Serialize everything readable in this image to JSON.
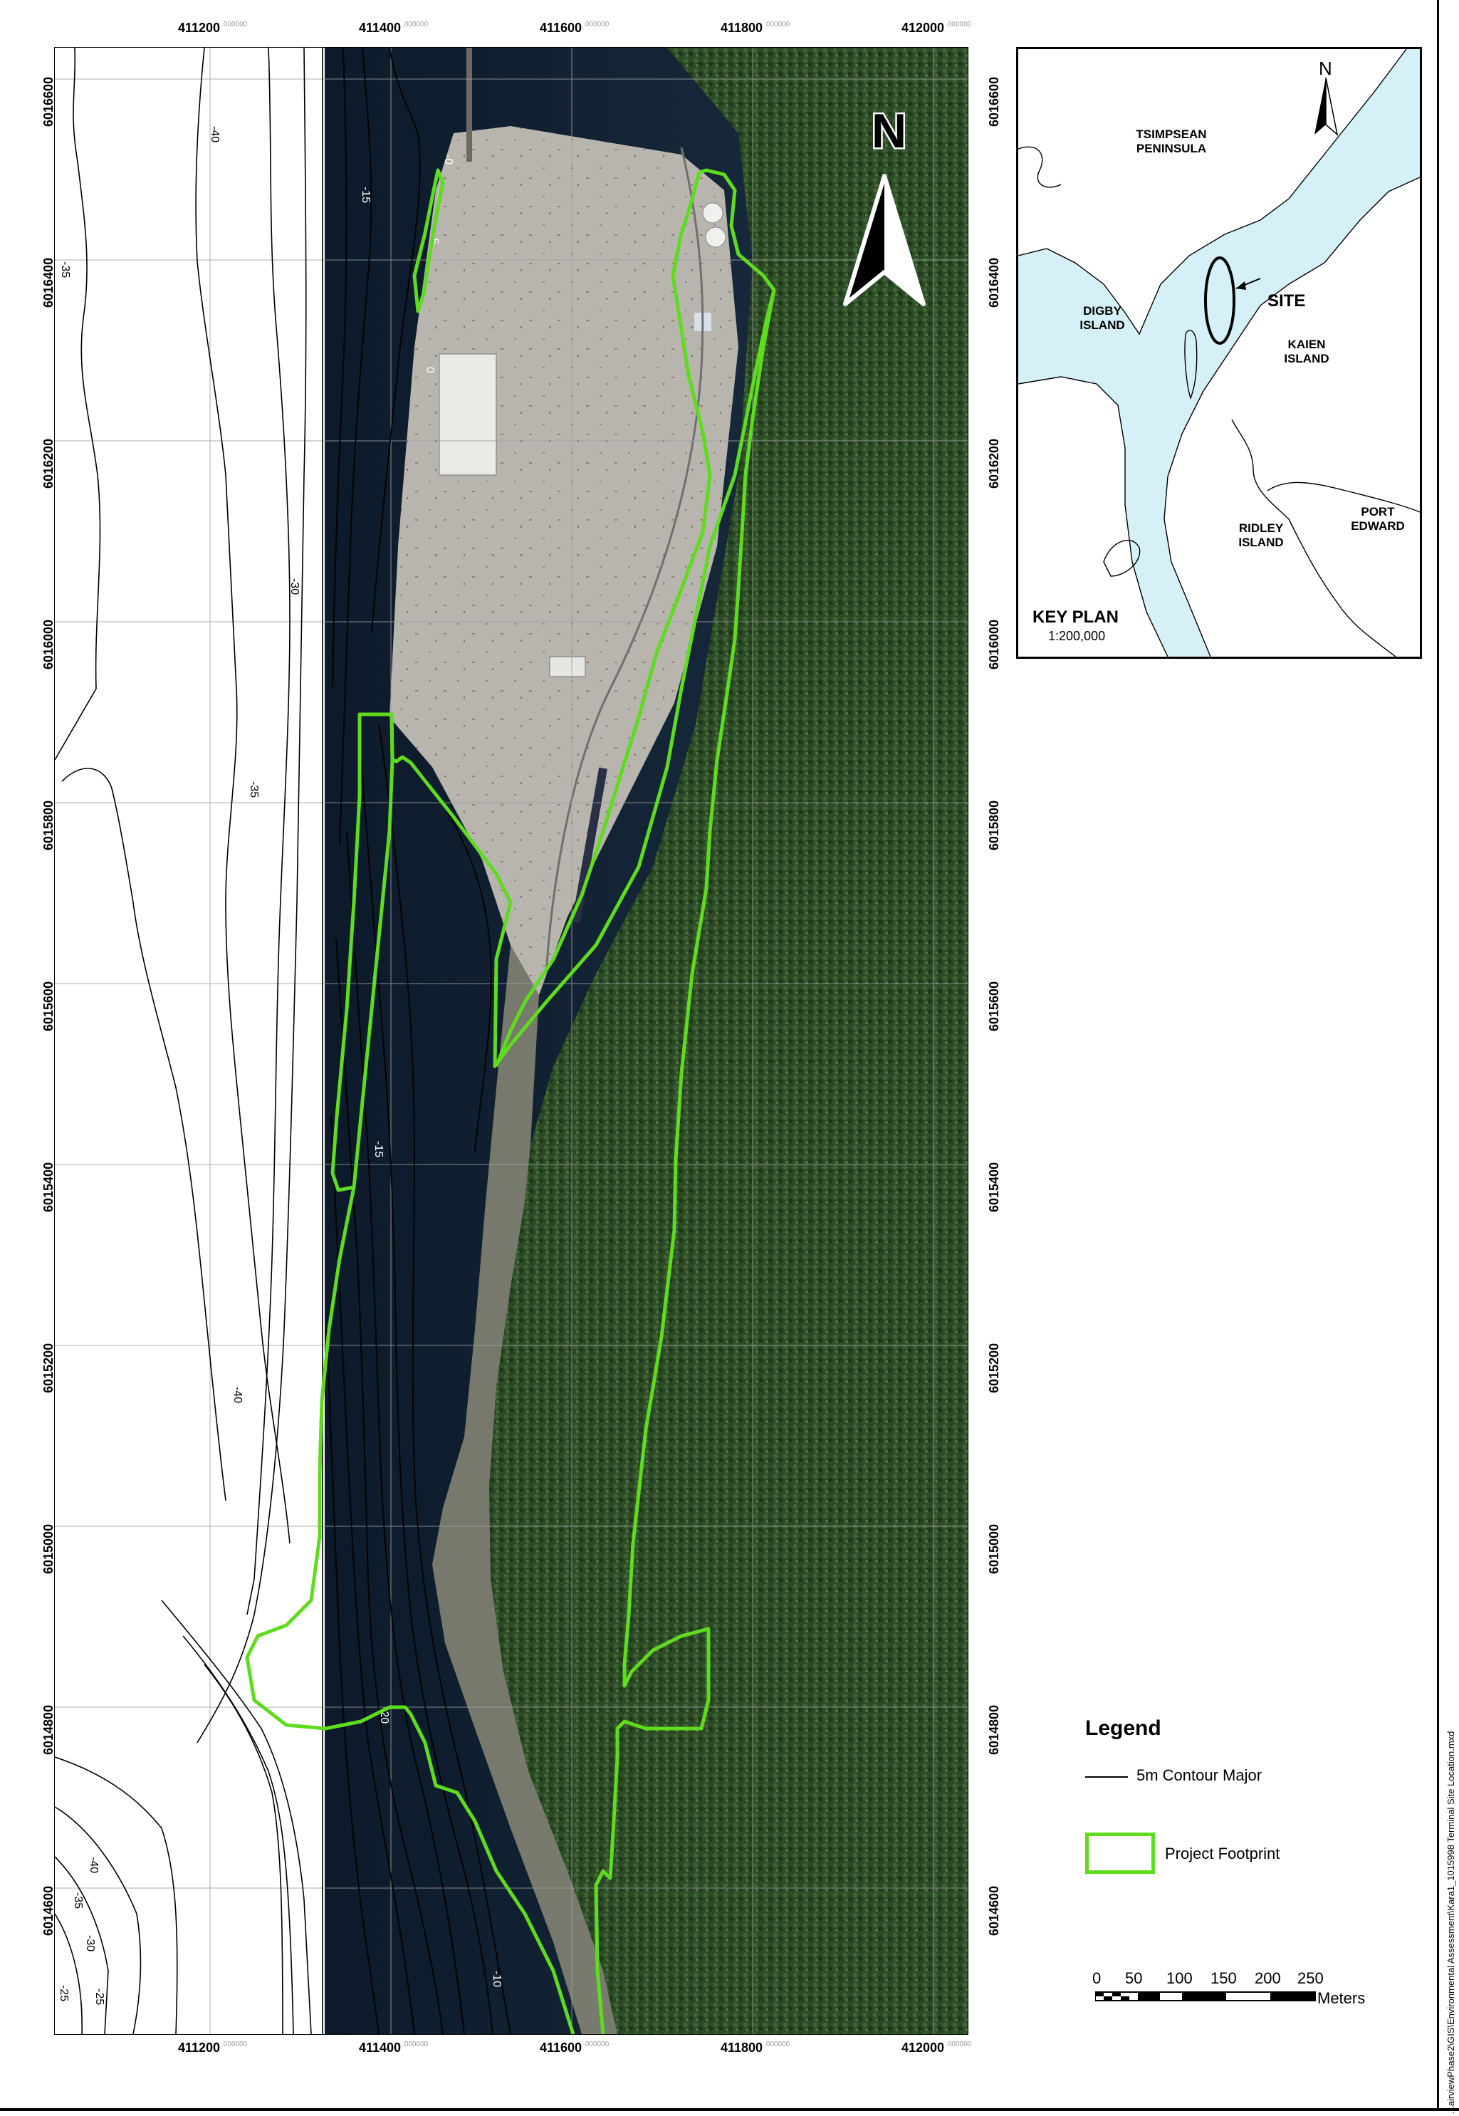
{
  "x_ticks": [
    "411200",
    "411400",
    "411600",
    "411800",
    "412000"
  ],
  "x_tick_suffix": ".000000",
  "y_ticks": [
    "6016600",
    "6016400",
    "6016200",
    "6016000",
    "6015800",
    "6015600",
    "6015400",
    "6015200",
    "6015000",
    "6014800",
    "6014600"
  ],
  "contour_labels": [
    "-40",
    "-35",
    "-30",
    "-35",
    "-40",
    "-40",
    "-35",
    "-30",
    "-25",
    "-25",
    "-15",
    "-5",
    "-0",
    "0",
    "-15",
    "-20",
    "-10"
  ],
  "key_plan": {
    "title": "KEY PLAN",
    "scale": "1:200,000",
    "north": "N",
    "site": "SITE",
    "places": {
      "tsimpsean": "TSIMPSEAN PENINSULA",
      "digby": "DIGBY ISLAND",
      "kaien": "KAIEN ISLAND",
      "ridley": "RIDLEY ISLAND",
      "port_edward": "PORT EDWARD"
    }
  },
  "main_north": "N",
  "legend": {
    "title": "Legend",
    "contour": "5m Contour Major",
    "footprint": "Project Footprint",
    "footprint_color": "#5fdc1e"
  },
  "scale_bar": {
    "labels": [
      "0",
      "50",
      "100",
      "150",
      "200",
      "250"
    ],
    "unit": "Meters"
  },
  "file_path": "...airviewPhase2\\GIS\\Environmental Assessment\\Kara1_1015998 Terminal Site Location.mxd"
}
